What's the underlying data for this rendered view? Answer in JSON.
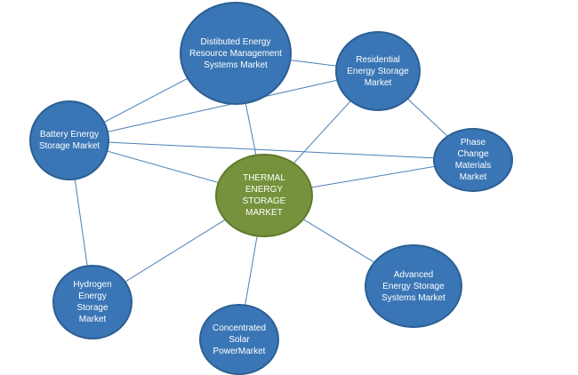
{
  "colors": {
    "node_blue": "#3a76b5",
    "node_center": "#76923c",
    "edge": "#4a7fb5"
  },
  "center": {
    "label": "THERMAL ENERGY STORAGE MARKET"
  },
  "nodes": {
    "distributed": "Distibuted Energy Resource Management Systems Market",
    "residential": "Residential Energy Storage Market",
    "battery": "Battery Energy Storage Market",
    "phase": "Phase Change Materials Market",
    "advanced": "Advanced Energy Storage Systems Market",
    "concentrated": "Concentrated Solar PowerMarket",
    "hydrogen": "Hydrogen Energy Storage Market"
  },
  "edges": [
    [
      "battery",
      "distributed"
    ],
    [
      "battery",
      "residential"
    ],
    [
      "battery",
      "phase"
    ],
    [
      "battery",
      "center"
    ],
    [
      "battery",
      "hydrogen"
    ],
    [
      "distributed",
      "residential"
    ],
    [
      "distributed",
      "center"
    ],
    [
      "residential",
      "phase"
    ],
    [
      "residential",
      "center"
    ],
    [
      "phase",
      "center"
    ],
    [
      "center",
      "advanced"
    ],
    [
      "center",
      "concentrated"
    ],
    [
      "center",
      "hydrogen"
    ]
  ]
}
